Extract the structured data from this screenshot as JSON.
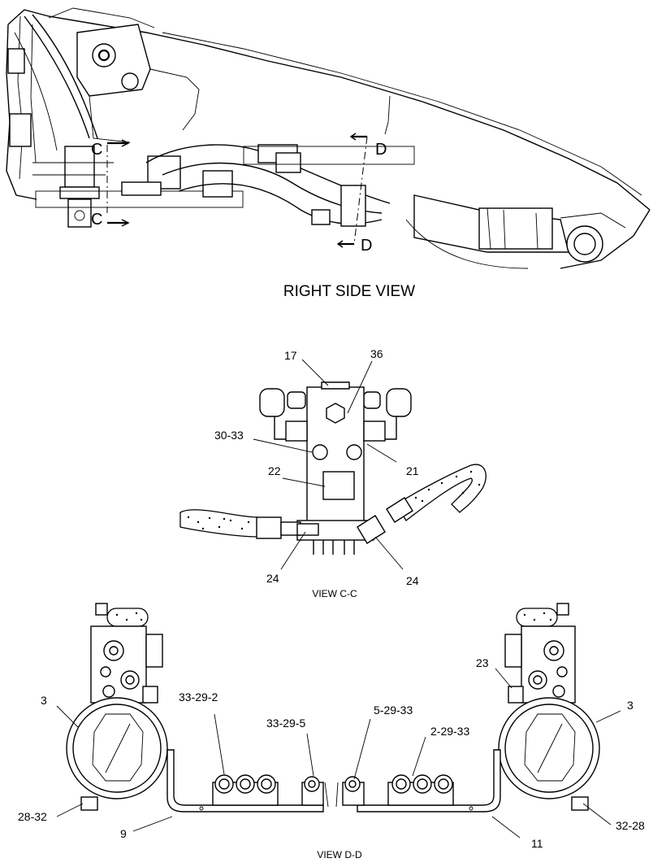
{
  "views": {
    "right_side": {
      "title": "RIGHT SIDE VIEW",
      "section_c": "C",
      "section_d": "D"
    },
    "view_cc": {
      "title": "VIEW C-C",
      "callouts": {
        "c17": "17",
        "c36": "36",
        "c30_33": "30-33",
        "c21": "21",
        "c22": "22",
        "c24_left": "24",
        "c24_right": "24"
      }
    },
    "view_dd": {
      "title": "VIEW D-D",
      "callouts": {
        "c3_left": "3",
        "c28_32": "28-32",
        "c9": "9",
        "c33_29_2": "33-29-2",
        "c33_29_5": "33-29-5",
        "c5_29_33": "5-29-33",
        "c2_29_33": "2-29-33",
        "c23": "23",
        "c3_right": "3",
        "c32_28": "32-28",
        "c11": "11"
      }
    }
  }
}
